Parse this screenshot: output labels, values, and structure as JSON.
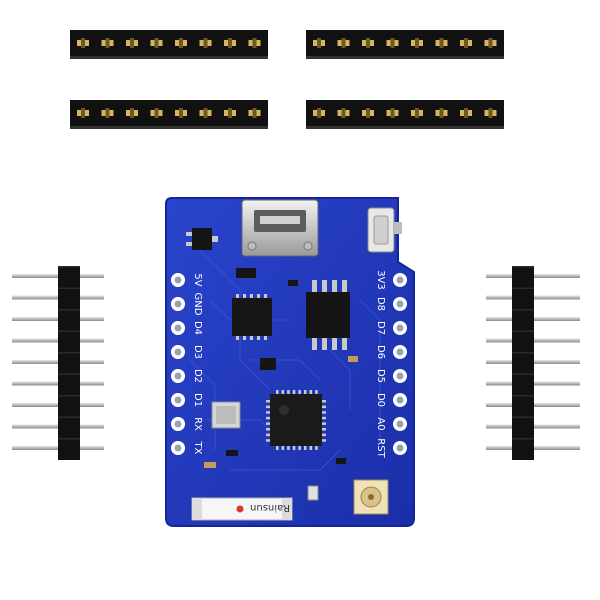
{
  "board": {
    "brand": "Rainsun",
    "left_pins": [
      "5V",
      "GND",
      "D4",
      "D3",
      "D2",
      "D1",
      "RX",
      "TX"
    ],
    "right_pins": [
      "3V3",
      "D8",
      "D7",
      "D6",
      "D5",
      "D0",
      "A0",
      "RST"
    ]
  },
  "colors": {
    "pcb": "#1f35b8",
    "pcb_edge": "#162896",
    "header_body": "#111111",
    "pin_gold": "#d8b660",
    "pin_silver": "#a9a9a9"
  },
  "components": {
    "headers_female": 4,
    "headers_male": 2
  }
}
